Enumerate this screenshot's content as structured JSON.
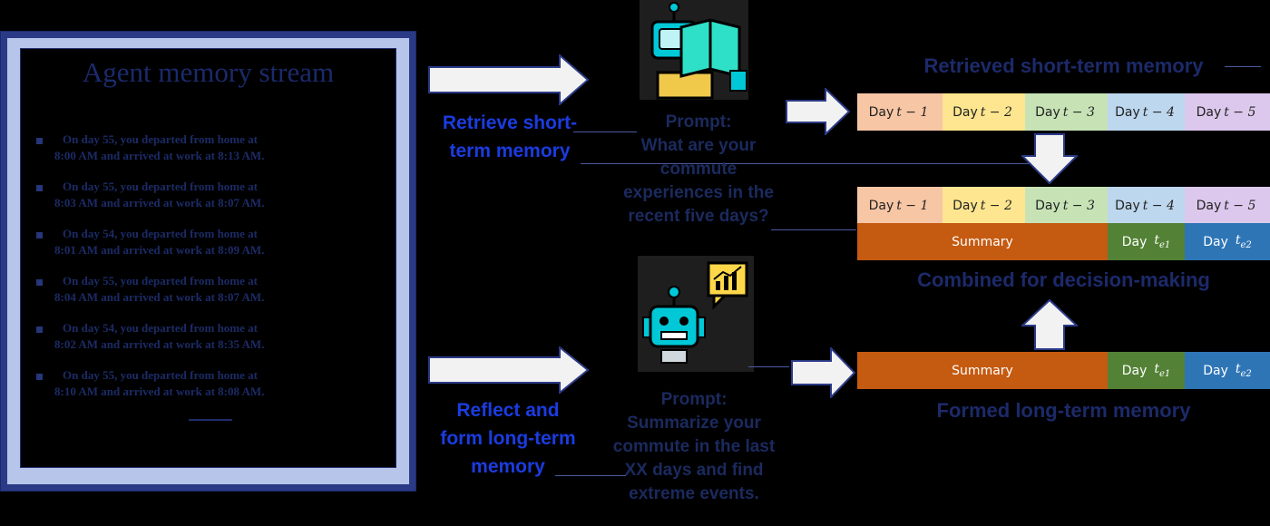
{
  "memory_stream": {
    "title": "Agent memory stream",
    "items": [
      {
        "line1": "On day 55, you departed from home at",
        "line2": "8:00 AM and arrived at work at 8:13 AM."
      },
      {
        "line1": "On day 55, you departed from home at",
        "line2": "8:03 AM and arrived at work at 8:07 AM."
      },
      {
        "line1": "On day 54, you departed from home at",
        "line2": "8:01 AM and arrived at work at 8:09 AM."
      },
      {
        "line1": "On day 55, you departed from home at",
        "line2": "8:04 AM and arrived at work at 8:07 AM."
      },
      {
        "line1": "On day 54, you departed from home at",
        "line2": "8:02 AM and arrived at work at 8:35 AM."
      },
      {
        "line1": "On day 55, you departed from home at",
        "line2": "8:10 AM and arrived at work at 8:08 AM."
      }
    ]
  },
  "retrieve": {
    "label_line1": "Retrieve short-",
    "label_line2": "term memory",
    "prompt_lines": [
      "Prompt:",
      "What are your",
      "commute",
      "experiences in the",
      "recent five days?"
    ]
  },
  "reflect": {
    "label_line1": "Reflect and",
    "label_line2": "form long-term",
    "label_line3": "memory",
    "prompt_lines": [
      "Prompt:",
      "Summarize your",
      "commute in the last",
      "XX days and find",
      "extreme events."
    ]
  },
  "short_term": {
    "caption": "Retrieved short-term memory",
    "days": [
      {
        "prefix": "Day",
        "var": "t − 1",
        "color": "#f7c6a5"
      },
      {
        "prefix": "Day",
        "var": "t − 2",
        "color": "#fde68f"
      },
      {
        "prefix": "Day",
        "var": "t − 3",
        "color": "#c7e3b6"
      },
      {
        "prefix": "Day",
        "var": "t − 4",
        "color": "#bdd7ee"
      },
      {
        "prefix": "Day",
        "var": "t − 5",
        "color": "#dcc8ec"
      }
    ]
  },
  "combined": {
    "caption": "Combined for decision-making",
    "summary_label": "Summary",
    "event1": {
      "prefix": "Day",
      "var": "te1"
    },
    "event2": {
      "prefix": "Day",
      "var": "te2"
    }
  },
  "long_term": {
    "caption": "Formed long-term memory",
    "summary_label": "Summary",
    "event1": {
      "prefix": "Day",
      "var": "te1"
    },
    "event2": {
      "prefix": "Day",
      "var": "te2"
    }
  },
  "colors": {
    "summary": "#c55a11",
    "event1": "#538135",
    "event2": "#2e75b6",
    "arrow_fill": "#f2f2f2"
  },
  "icons": {
    "robot_reading": "robot-reading-book-icon",
    "robot_analyzing": "robot-with-chart-icon"
  }
}
